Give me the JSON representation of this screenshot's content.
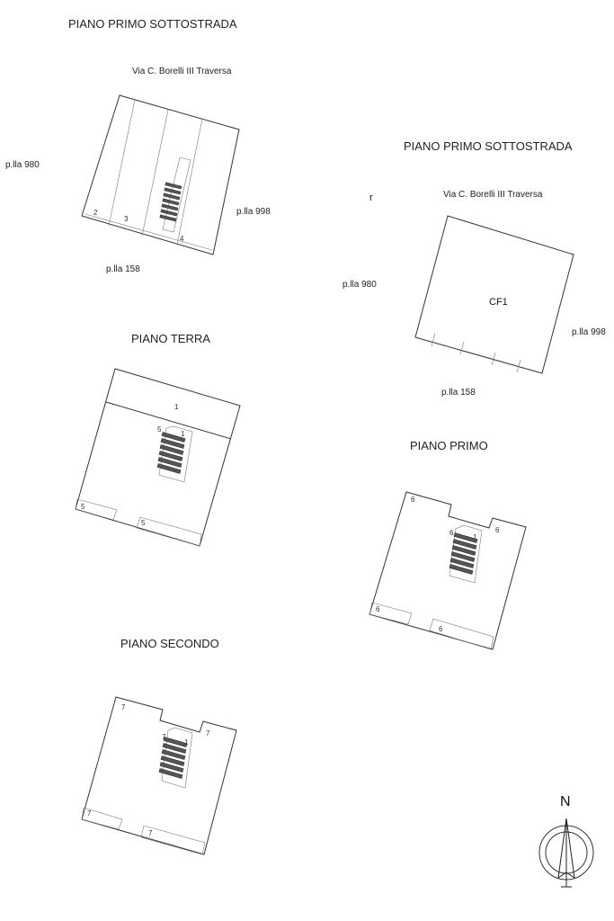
{
  "labels": {
    "title_top_left": "PIANO PRIMO SOTTOSTRADA",
    "street_top_left": "Via C. Borelli III Traversa",
    "pla_980_left": "p.lla 980",
    "pla_998_left": "p.lla 998",
    "pla_158_left": "p.lla 158",
    "title_right": "PIANO PRIMO SOTTOSTRADA",
    "marker_r": "r",
    "street_right": "Via C. Borelli III Traversa",
    "pla_980_right": "p.lla 980",
    "cf1": "CF1",
    "pla_998_right": "p.lla 998",
    "pla_158_right": "p.lla 158",
    "title_terra": "PIANO TERRA",
    "title_primo": "PIANO PRIMO",
    "title_secondo": "PIANO SECONDO",
    "north": "N"
  },
  "unit_labels": {
    "sott": [
      "2",
      "3",
      "4"
    ],
    "terra": [
      "1",
      "5",
      "1",
      "5",
      "5"
    ],
    "primo": [
      "6",
      "6",
      "1",
      "6",
      "6",
      "6"
    ],
    "secondo": [
      "7",
      "7",
      "1",
      "7",
      "7",
      "7"
    ]
  }
}
